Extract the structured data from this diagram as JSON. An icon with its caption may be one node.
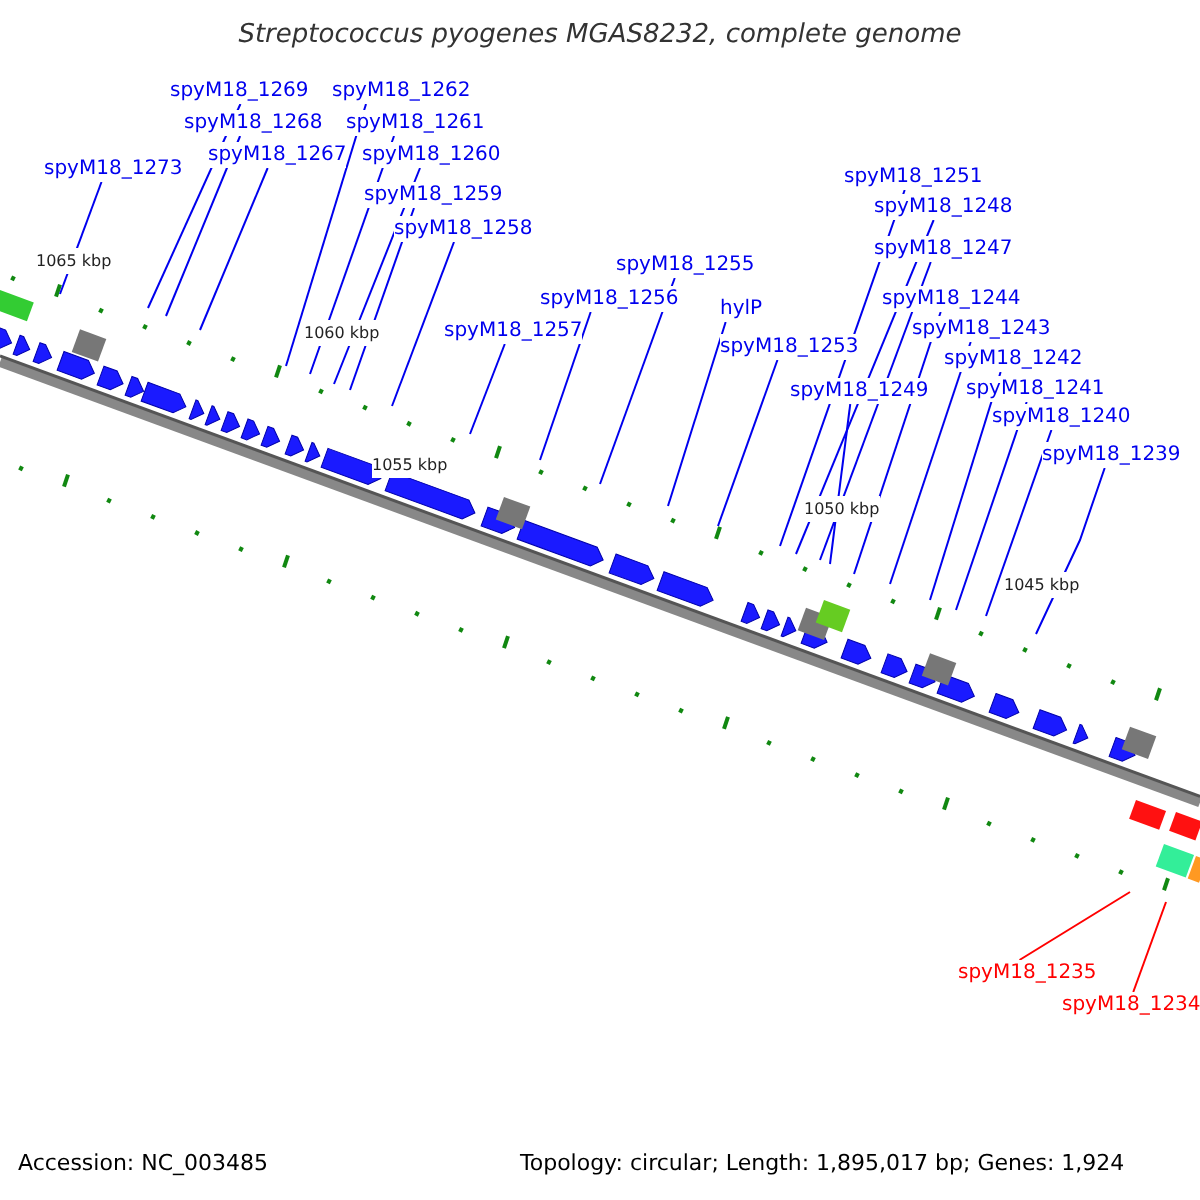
{
  "diagram": {
    "title": "Streptococcus pyogenes MGAS8232, complete genome",
    "nodes": [
      {
        "text": [
          "spyM18_1273"
        ]
      },
      {
        "text": [
          "spyM18_1269"
        ]
      },
      {
        "text": [
          "spyM18_1268"
        ]
      },
      {
        "text": [
          "spyM18_1267"
        ]
      },
      {
        "text": [
          "spyM18_1262"
        ]
      },
      {
        "text": [
          "spyM18_1261"
        ]
      },
      {
        "text": [
          "spyM18_1260"
        ]
      },
      {
        "text": [
          "spyM18_1259"
        ]
      },
      {
        "text": [
          "spyM18_1258"
        ]
      },
      {
        "text": [
          "spyM18_1257"
        ]
      },
      {
        "text": [
          "spyM18_1256"
        ]
      },
      {
        "text": [
          "spyM18_1255"
        ]
      },
      {
        "text": [
          "hylP"
        ]
      },
      {
        "text": [
          "spyM18_1253"
        ]
      },
      {
        "text": [
          "spyM18_1251"
        ]
      },
      {
        "text": [
          "spyM18_1248"
        ]
      },
      {
        "text": [
          "spyM18_1247"
        ]
      },
      {
        "text": [
          "spyM18_1249"
        ]
      },
      {
        "text": [
          "spyM18_1244"
        ]
      },
      {
        "text": [
          "spyM18_1243"
        ]
      },
      {
        "text": [
          "spyM18_1242"
        ]
      },
      {
        "text": [
          "spyM18_1241"
        ]
      },
      {
        "text": [
          "spyM18_1240"
        ]
      },
      {
        "text": [
          "spyM18_1239"
        ]
      },
      {
        "text": [
          "spyM18_1235"
        ]
      },
      {
        "text": [
          "spyM18_1234"
        ]
      }
    ],
    "edges": [
      {
        "from": 0,
        "to": null,
        "arrow": "none"
      },
      {
        "from": 1,
        "to": null,
        "arrow": "none"
      },
      {
        "from": 2,
        "to": null,
        "arrow": "none"
      },
      {
        "from": 3,
        "to": null,
        "arrow": "none"
      },
      {
        "from": 4,
        "to": null,
        "arrow": "none"
      },
      {
        "from": 5,
        "to": null,
        "arrow": "none"
      },
      {
        "from": 6,
        "to": null,
        "arrow": "none"
      },
      {
        "from": 7,
        "to": null,
        "arrow": "none"
      },
      {
        "from": 8,
        "to": null,
        "arrow": "none"
      },
      {
        "from": 9,
        "to": null,
        "arrow": "none"
      },
      {
        "from": 10,
        "to": null,
        "arrow": "none"
      },
      {
        "from": 11,
        "to": null,
        "arrow": "none"
      },
      {
        "from": 12,
        "to": null,
        "arrow": "none"
      },
      {
        "from": 13,
        "to": null,
        "arrow": "none"
      },
      {
        "from": 14,
        "to": null,
        "arrow": "none"
      },
      {
        "from": 15,
        "to": null,
        "arrow": "none"
      },
      {
        "from": 16,
        "to": null,
        "arrow": "none"
      },
      {
        "from": 17,
        "to": null,
        "arrow": "none"
      },
      {
        "from": 18,
        "to": null,
        "arrow": "none"
      },
      {
        "from": 19,
        "to": null,
        "arrow": "none"
      },
      {
        "from": 20,
        "to": null,
        "arrow": "none"
      },
      {
        "from": 21,
        "to": null,
        "arrow": "none"
      },
      {
        "from": 22,
        "to": null,
        "arrow": "none"
      },
      {
        "from": 23,
        "to": null,
        "arrow": "none"
      },
      {
        "from": 24,
        "to": null,
        "arrow": "none",
        "color": "#ff0000"
      },
      {
        "from": 25,
        "to": null,
        "arrow": "none",
        "color": "#ff0000"
      }
    ],
    "labels": [
      "1065 kbp",
      "1060 kbp",
      "1055 kbp",
      "1050 kbp",
      "1045 kbp",
      "Accession: NC_003485",
      "Topology: circular; Length: 1,895,017 bp; Genes: 1,924"
    ]
  }
}
